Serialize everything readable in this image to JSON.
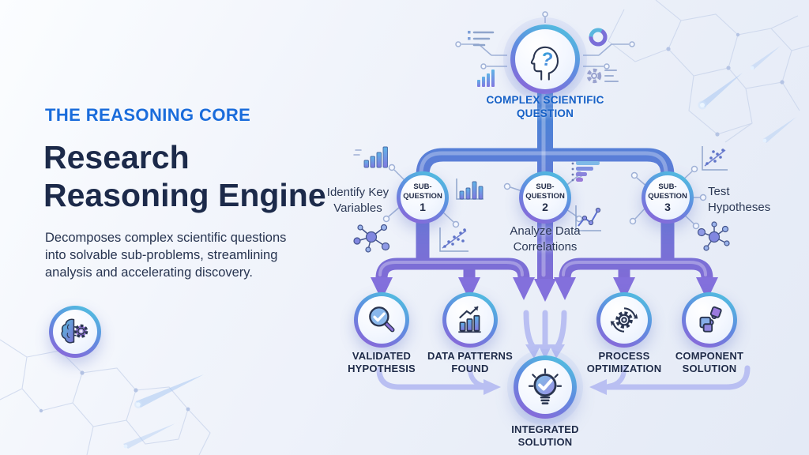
{
  "panel": {
    "kicker": "THE REASONING CORE",
    "title_lines": [
      "Research",
      "Reasoning Engine"
    ],
    "description": "Decomposes complex scientific questions into solvable sub-problems, streamlining analysis and accelerating discovery.",
    "badge_icon": "brain-gear-icon"
  },
  "diagram": {
    "root": {
      "label_line1": "COMPLEX SCIENTIFIC",
      "label_line2": "QUESTION",
      "icon": "head-question-icon"
    },
    "sub_questions": [
      {
        "prefix_line1": "SUB-",
        "prefix_line2": "QUESTION",
        "number": "1",
        "side_label_line1": "Identify Key",
        "side_label_line2": "Variables",
        "side": "left"
      },
      {
        "prefix_line1": "SUB-",
        "prefix_line2": "QUESTION",
        "number": "2",
        "side_label_line1": "Analyze Data",
        "side_label_line2": "Correlations",
        "side": "below"
      },
      {
        "prefix_line1": "SUB-",
        "prefix_line2": "QUESTION",
        "number": "3",
        "side_label_line1": "Test",
        "side_label_line2": "Hypotheses",
        "side": "right"
      }
    ],
    "outcomes": [
      {
        "label_line1": "VALIDATED",
        "label_line2": "HYPOTHESIS",
        "icon": "magnifier-check-icon"
      },
      {
        "label_line1": "DATA PATTERNS",
        "label_line2": "FOUND",
        "icon": "bar-growth-icon"
      },
      {
        "label_line1": "PROCESS",
        "label_line2": "OPTIMIZATION",
        "icon": "gear-cycle-icon"
      },
      {
        "label_line1": "COMPONENT",
        "label_line2": "SOLUTION",
        "icon": "puzzle-icon"
      }
    ],
    "final": {
      "label_line1": "INTEGRATED",
      "label_line2": "SOLUTION",
      "icon": "bulb-check-icon"
    },
    "decor_icons": [
      "list-icon",
      "bar-chart-icon",
      "donut-chart-icon",
      "gear-icon",
      "ascending-bars-icon",
      "grouped-bars-icon",
      "scatter-plot-icon",
      "molecule-icon",
      "horizontal-bars-icon",
      "line-chart-icon"
    ]
  },
  "colors": {
    "accent_blue": "#1a6cdb",
    "navy": "#1c2a4a",
    "pipe_blue": "#4b82d6",
    "pipe_purple": "#8a64d4",
    "ring_cyan": "#4ec9e0",
    "ring_purple": "#9160d8",
    "light_arrow": "#b9bff2",
    "background": "#edf1f9"
  }
}
